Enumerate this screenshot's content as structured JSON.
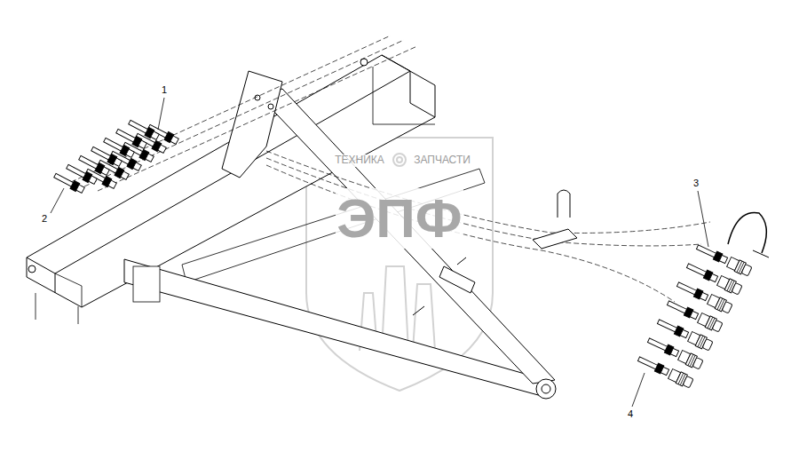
{
  "diagram": {
    "labels": [
      "1",
      "2",
      "3",
      "4",
      "ТЕХНИКА",
      "ЗАПЧАСТИ",
      "ЭПФ"
    ]
  }
}
